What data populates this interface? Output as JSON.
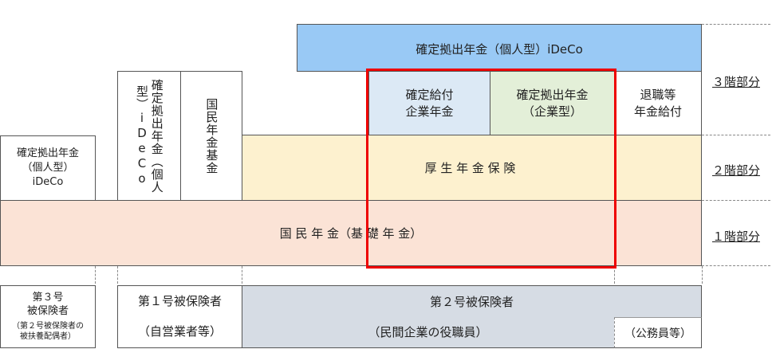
{
  "ideco_top": "確定拠出年金（個人型）iDeCo",
  "db_line1": "確定給付",
  "db_line2": "企業年金",
  "dc_corp_line1": "確定拠出年金",
  "dc_corp_line2": "（企業型）",
  "retire_line1": "退職等",
  "retire_line2": "年金給付",
  "kosei": "厚 生 年 金 保 険",
  "kokumin": "国 民 年 金（基 礎 年 金）",
  "ideco_left_line1": "確定拠出年金",
  "ideco_left_line2": "（個人型）",
  "ideco_left_line3": "iDeCo",
  "ideco_vertical": "確定拠出年金（個人型）iDeCo",
  "kokumin_kikin": "国民年金基金",
  "level3": "３階部分",
  "level2": "２階部分",
  "level1": "１階部分",
  "cat3_line1": "第３号",
  "cat3_line2": "被保険者",
  "cat3_note1": "（第２号被保険者の",
  "cat3_note2": "被扶養配偶者）",
  "cat1_label": "第１号被保険者",
  "cat1_sub": "（自営業者等）",
  "cat2_label": "第２号被保険者",
  "cat2_sub": "（民間企業の役職員）",
  "cat2_public": "（公務員等）",
  "colors": {
    "ideco_blue": "#99c9f5",
    "db_blue": "#dce9f5",
    "dc_green": "#e3efd8",
    "kosei_yellow": "#fdf1cf",
    "kokumin_pink": "#fbe3d6",
    "cat2_gray": "#d6dce4",
    "highlight_red": "#ee0000"
  }
}
